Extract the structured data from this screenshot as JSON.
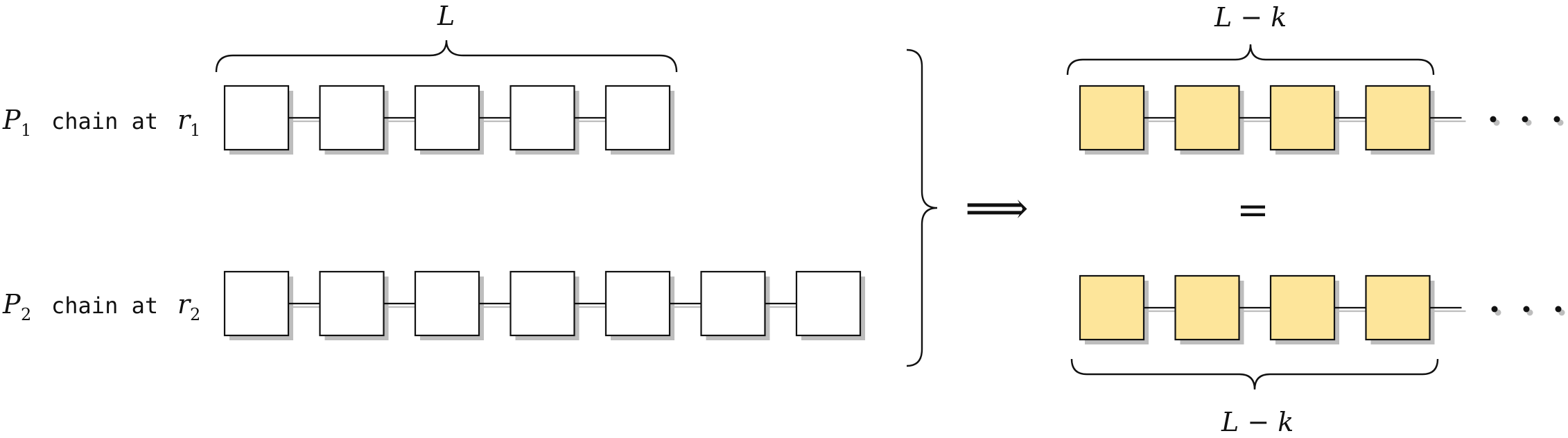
{
  "row1": {
    "label_symbol": "P",
    "label_index": "1",
    "label_text": "chain at",
    "label_r": "r",
    "label_r_index": "1",
    "box_count": 5
  },
  "row2": {
    "label_symbol": "P",
    "label_index": "2",
    "label_text": "chain at",
    "label_r": "r",
    "label_r_index": "2",
    "box_count": 7
  },
  "brace_top_left": {
    "label": "L"
  },
  "brace_top_right": {
    "label": "L − k"
  },
  "brace_bottom_right": {
    "label": "L − k"
  },
  "implies_symbol": "⟹",
  "equals_symbol": "=",
  "result_row_top": {
    "box_count": 4,
    "ellipsis": "· · ·"
  },
  "result_row_bottom": {
    "box_count": 4,
    "ellipsis": "· · ·"
  },
  "colors": {
    "box_empty": "#ffffff",
    "box_filled": "#fde59a",
    "shadow": "#bdbdbd",
    "stroke": "#111111"
  }
}
